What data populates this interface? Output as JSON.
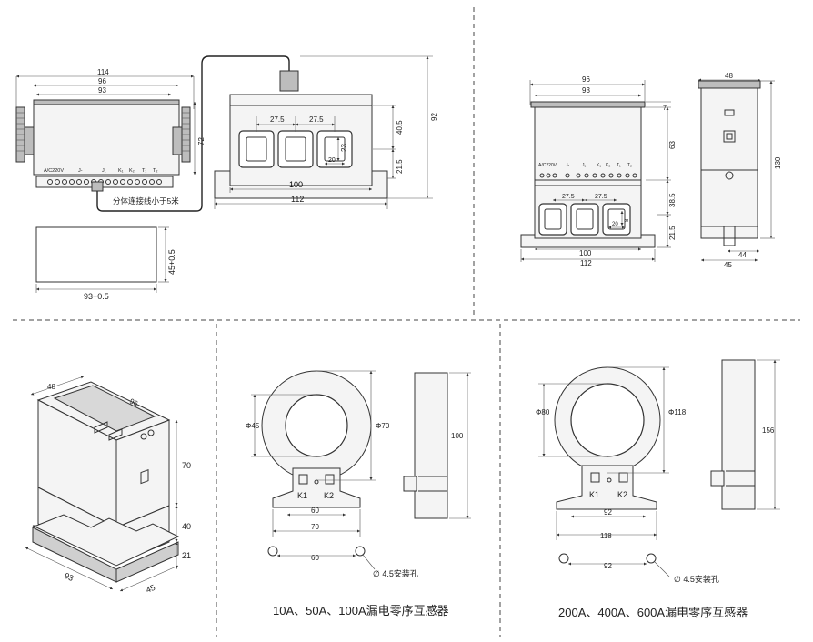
{
  "panel1": {
    "w_outer": "114",
    "w_mid": "96",
    "w_inner": "93",
    "h_side": "72",
    "terminal_labels": [
      "A/C220V",
      "J-",
      "J₁",
      "K₁",
      "K₂",
      "T₁",
      "T₂"
    ],
    "cable_note": "分体连接线小于5米",
    "ct_pitch_a": "27.5",
    "ct_pitch_b": "27.5",
    "window_h": "23",
    "window_w": "20",
    "h_upper": "40.5",
    "h_lower": "21.5",
    "h_total": "92",
    "base_inner": "100",
    "base_outer": "112",
    "cutout_w": "93+0.5",
    "cutout_h": "45+0.5"
  },
  "panel2": {
    "w_mid": "96",
    "w_inner": "93",
    "top_gap": "7",
    "h_module": "63",
    "h_ct": "38.5",
    "h_base": "21.5",
    "ct_pitch_a": "27.5",
    "ct_pitch_b": "27.5",
    "window_h": "8",
    "window_w": "20",
    "base_inner": "100",
    "base_outer": "112",
    "side_w": "48",
    "side_h": "130",
    "side_base_a": "44",
    "side_base_b": "45",
    "terminal_labels": [
      "A/C220V",
      "J-",
      "J₁",
      "K₁",
      "K₂",
      "T₁",
      "T₂"
    ]
  },
  "panel3": {
    "depth": "48",
    "width_top": "96",
    "h1": "70",
    "h2": "40",
    "h3": "21",
    "length": "93",
    "base": "45"
  },
  "panel4": {
    "phi_inner": "Φ45",
    "phi_outer": "Φ70",
    "height": "100",
    "k1": "K1",
    "k2": "K2",
    "w_a": "60",
    "w_b": "70",
    "hole_spacing": "60",
    "hole_note": "∅ 4.5安装孔",
    "caption": "10A、50A、100A漏电零序互感器"
  },
  "panel5": {
    "phi_inner": "Φ80",
    "phi_outer": "Φ118",
    "height": "156",
    "k1": "K1",
    "k2": "K2",
    "w_a": "92",
    "w_b": "118",
    "hole_spacing": "92",
    "hole_note": "∅ 4.5安装孔",
    "caption": "200A、400A、600A漏电零序互感器"
  }
}
